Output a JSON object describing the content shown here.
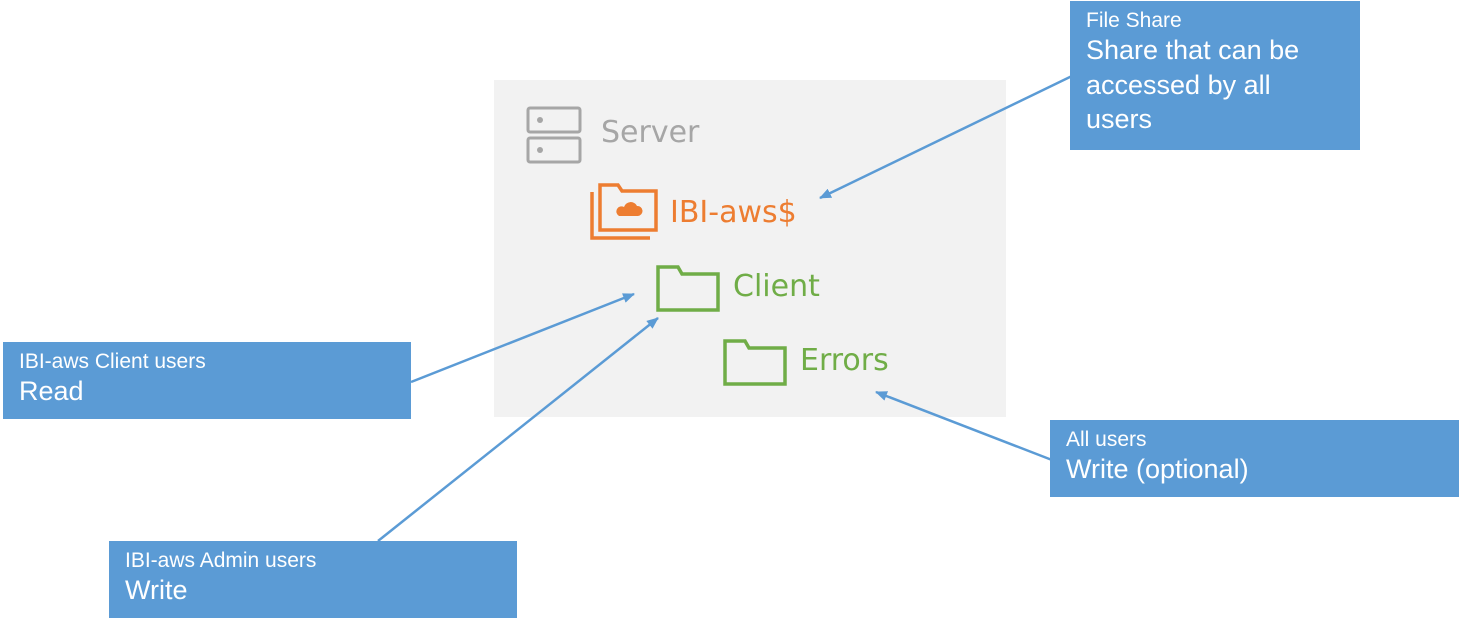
{
  "colors": {
    "server": "#a6a6a6",
    "share": "#ed7d31",
    "folder": "#70ad47",
    "callout": "#5b9bd5",
    "panel": "#f2f2f2",
    "arrow": "#5b9bd5"
  },
  "server": {
    "label": "Server",
    "icon": "server-icon"
  },
  "share": {
    "label": "IBI-aws$",
    "icon": "cloud-folder-icon"
  },
  "client_folder": {
    "label": "Client",
    "icon": "folder-icon"
  },
  "errors_folder": {
    "label": "Errors",
    "icon": "folder-icon"
  },
  "callouts": {
    "file_share": {
      "title": "File Share",
      "body": "Share that can be accessed by all users"
    },
    "client_users": {
      "title": "IBI-aws Client users",
      "body": "Read"
    },
    "admin_users": {
      "title": "IBI-aws Admin users",
      "body": "Write"
    },
    "all_users": {
      "title": "All users",
      "body": "Write (optional)"
    }
  }
}
